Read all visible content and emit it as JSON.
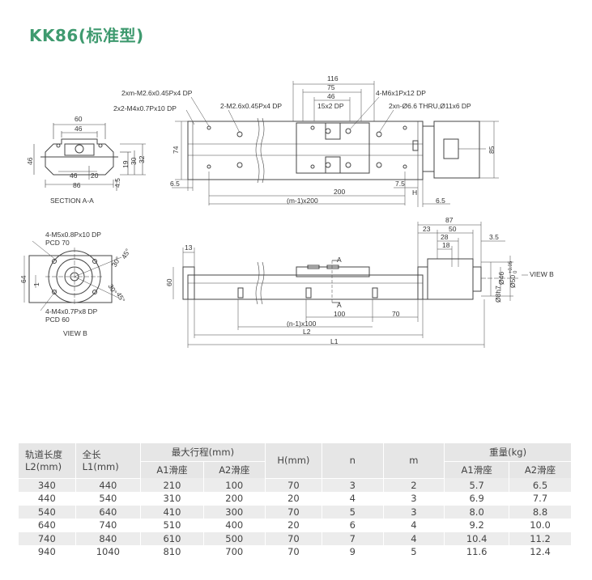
{
  "title": "KK86(标准型)",
  "drawing": {
    "section": {
      "dims": [
        "60",
        "46",
        "46",
        "20",
        "86",
        "46",
        "19",
        "30",
        "32",
        "4.5"
      ],
      "label": "SECTION A-A"
    },
    "top_view": {
      "callouts": [
        "2xm-M2.6x0.45Px4 DP",
        "2x2-M4x0.7Px10 DP",
        "2-M2.6x0.45Px4 DP",
        "4-M6x1Px12 DP",
        "2xn-Ø6.6 THRU,Ø11x6 DP"
      ],
      "dims": [
        "116",
        "75",
        "46",
        "15x2 DP",
        "74",
        "85",
        "6.5",
        "200",
        "7.5",
        "H",
        "(m-1)x200",
        "6.5"
      ]
    },
    "view_b": {
      "callouts": [
        "4-M5x0.8Px10 DP",
        "PCD 70",
        "4-M4x0.7Px8 DP",
        "PCD 60"
      ],
      "angles": [
        "45°",
        "30°",
        "30°",
        "45°"
      ],
      "dims": [
        "64",
        "1"
      ],
      "label": "VIEW B"
    },
    "side_view": {
      "dims": [
        "13",
        "60",
        "A",
        "A",
        "100",
        "70",
        "(n-1)x100",
        "L2",
        "L1"
      ],
      "motor_dims": [
        "87",
        "23",
        "50",
        "28",
        "18",
        "3.5",
        "Ø8h7",
        "Ø46",
        "Ø50"
      ],
      "tolerance": [
        "+0.05",
        "0"
      ],
      "view_label": "VIEW B"
    }
  },
  "table": {
    "headers": {
      "rail_length": "轨道长度",
      "rail_length_unit": "L2(mm)",
      "total_length": "全长",
      "total_length_unit": "L1(mm)",
      "max_stroke": "最大行程(mm)",
      "a1": "A1滑座",
      "a2": "A2滑座",
      "h": "H(mm)",
      "n": "n",
      "m": "m",
      "weight": "重量(kg)",
      "w_a1": "A1滑座",
      "w_a2": "A2滑座"
    },
    "rows": [
      [
        "340",
        "440",
        "210",
        "100",
        "70",
        "3",
        "2",
        "5.7",
        "6.5"
      ],
      [
        "440",
        "540",
        "310",
        "200",
        "20",
        "4",
        "3",
        "6.9",
        "7.7"
      ],
      [
        "540",
        "640",
        "410",
        "300",
        "70",
        "5",
        "3",
        "8.0",
        "8.8"
      ],
      [
        "640",
        "740",
        "510",
        "400",
        "20",
        "6",
        "4",
        "9.2",
        "10.0"
      ],
      [
        "740",
        "840",
        "610",
        "500",
        "70",
        "7",
        "4",
        "10.4",
        "11.2"
      ],
      [
        "940",
        "1040",
        "810",
        "700",
        "70",
        "9",
        "5",
        "11.6",
        "12.4"
      ]
    ]
  },
  "colors": {
    "title": "#3f9a6f",
    "header_bg": "#e6e6e6",
    "alt_row": "#ececec"
  }
}
